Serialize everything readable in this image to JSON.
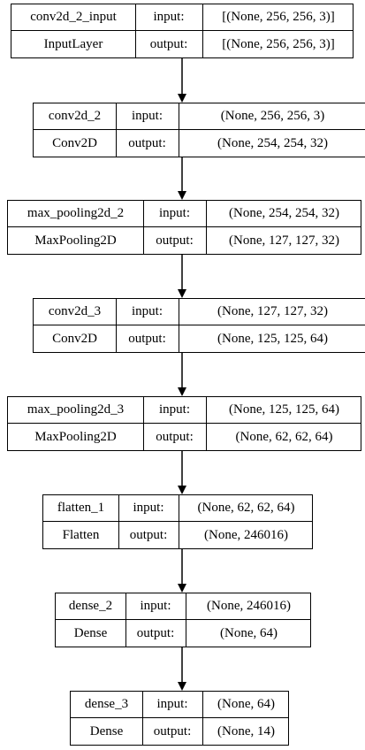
{
  "nodes": [
    {
      "name": "conv2d_2_input",
      "type": "InputLayer",
      "input_label": "input:",
      "output_label": "output:",
      "input": "[(None, 256, 256, 3)]",
      "output": "[(None, 256, 256, 3)]"
    },
    {
      "name": "conv2d_2",
      "type": "Conv2D",
      "input_label": "input:",
      "output_label": "output:",
      "input": "(None, 256, 256, 3)",
      "output": "(None, 254, 254, 32)"
    },
    {
      "name": "max_pooling2d_2",
      "type": "MaxPooling2D",
      "input_label": "input:",
      "output_label": "output:",
      "input": "(None, 254, 254, 32)",
      "output": "(None, 127, 127, 32)"
    },
    {
      "name": "conv2d_3",
      "type": "Conv2D",
      "input_label": "input:",
      "output_label": "output:",
      "input": "(None, 127, 127, 32)",
      "output": "(None, 125, 125, 64)"
    },
    {
      "name": "max_pooling2d_3",
      "type": "MaxPooling2D",
      "input_label": "input:",
      "output_label": "output:",
      "input": "(None, 125, 125, 64)",
      "output": "(None, 62, 62, 64)"
    },
    {
      "name": "flatten_1",
      "type": "Flatten",
      "input_label": "input:",
      "output_label": "output:",
      "input": "(None, 62, 62, 64)",
      "output": "(None, 246016)"
    },
    {
      "name": "dense_2",
      "type": "Dense",
      "input_label": "input:",
      "output_label": "output:",
      "input": "(None, 246016)",
      "output": "(None, 64)"
    },
    {
      "name": "dense_3",
      "type": "Dense",
      "input_label": "input:",
      "output_label": "output:",
      "input": "(None, 64)",
      "output": "(None, 14)"
    }
  ]
}
